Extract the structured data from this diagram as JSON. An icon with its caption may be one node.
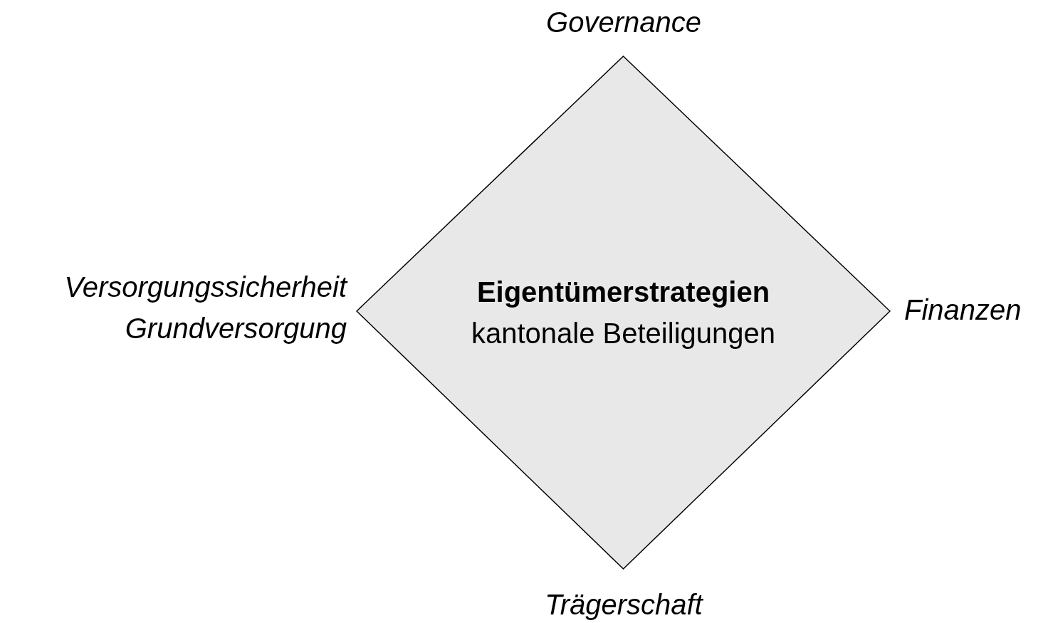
{
  "diagram": {
    "nodes": [
      {
        "text": [
          "Eigentümerstrategien",
          "kantonale Beteiligungen"
        ]
      }
    ],
    "labels": [
      "Governance",
      "Versorgungssicherheit",
      "Grundversorgung",
      "Finanzen",
      "Trägerschaft"
    ]
  }
}
